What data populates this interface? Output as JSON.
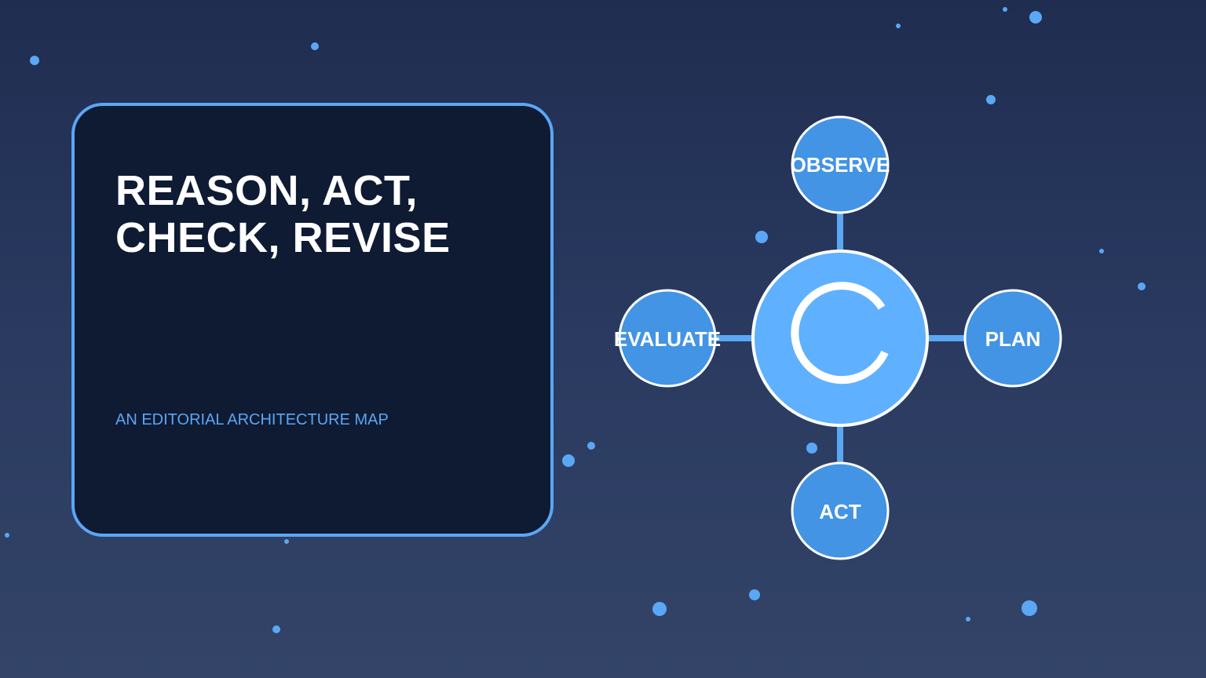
{
  "title": "REASON, ACT, CHECK, REVISE",
  "title_lines": [
    "REASON, ACT,",
    "CHECK, REVISE"
  ],
  "subtitle": "AN EDITORIAL ARCHITECTURE MAP",
  "hub": {
    "icon": "refresh-cycle-icon",
    "color": "#5fb0ff"
  },
  "nodes": {
    "observe": "OBSERVE",
    "plan": "PLAN",
    "act": "ACT",
    "evaluate": "EVALUATE"
  },
  "colors": {
    "accent": "#5aa7f5",
    "node_fill": "#4394e4",
    "card_bg": "#0f1a33",
    "text": "#ffffff"
  }
}
